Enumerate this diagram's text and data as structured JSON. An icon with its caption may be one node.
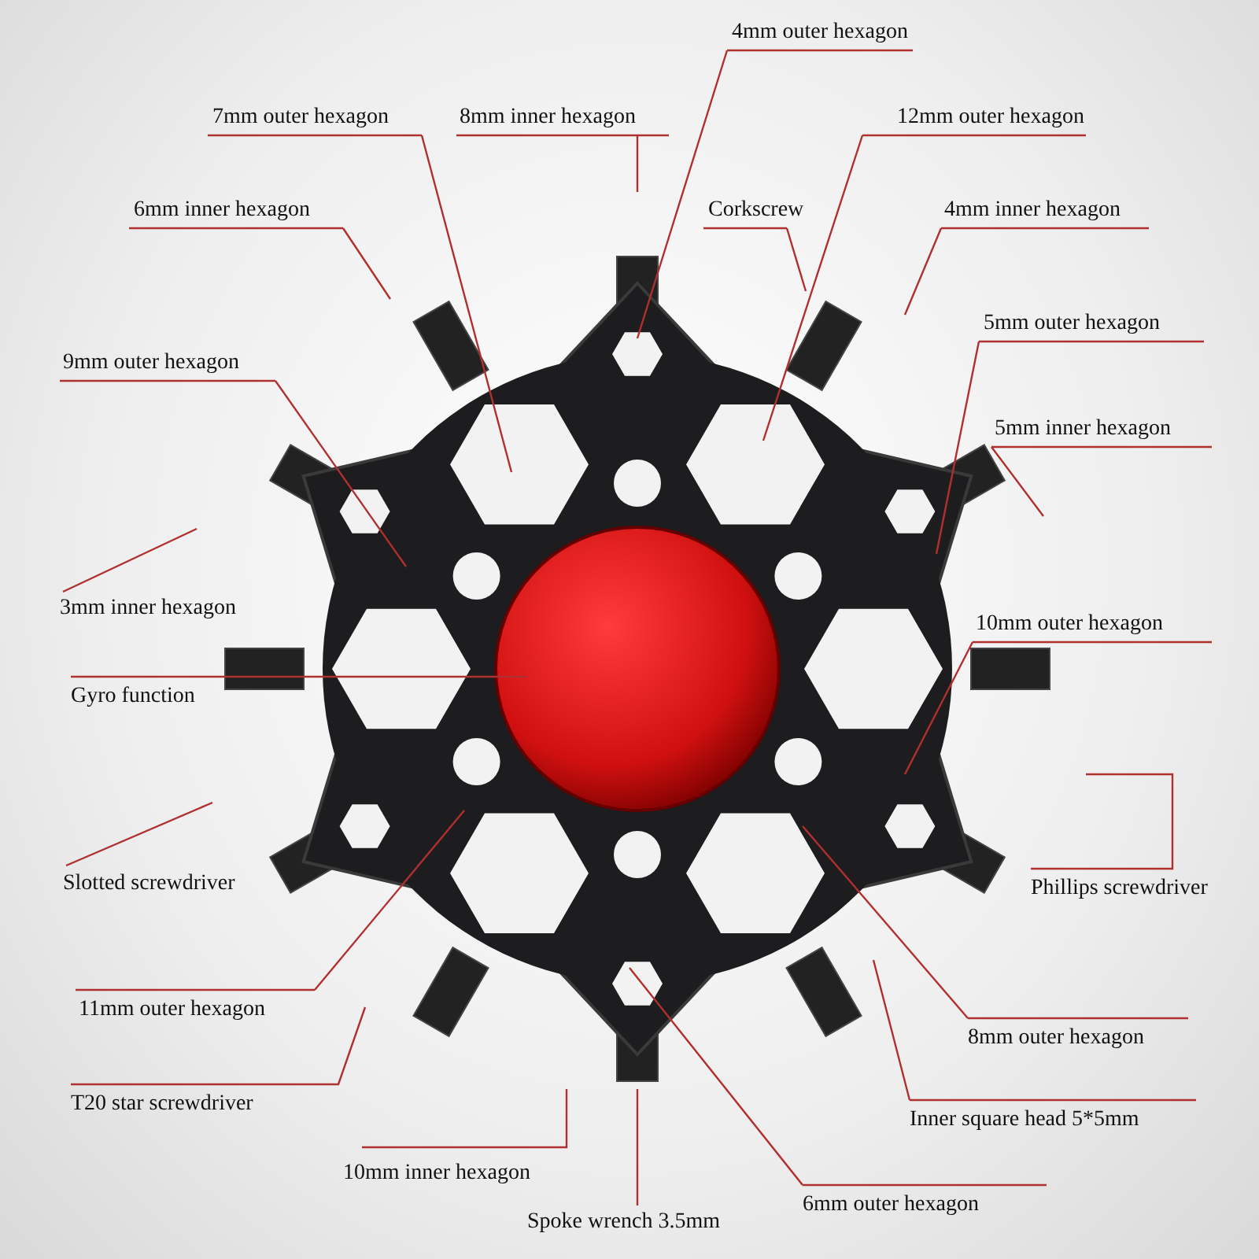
{
  "diagram": {
    "nodes": [
      {
        "text": [
          "4mm outer hexagon"
        ]
      },
      {
        "text": [
          "7mm outer hexagon"
        ]
      },
      {
        "text": [
          "8mm inner hexagon"
        ]
      },
      {
        "text": [
          "12mm outer hexagon"
        ]
      },
      {
        "text": [
          "Corkscrew"
        ]
      },
      {
        "text": [
          "6mm inner hexagon"
        ]
      },
      {
        "text": [
          "4mm inner hexagon"
        ]
      },
      {
        "text": [
          "9mm outer hexagon"
        ]
      },
      {
        "text": [
          "5mm outer hexagon"
        ]
      },
      {
        "text": [
          "5mm inner hexagon"
        ]
      },
      {
        "text": [
          "3mm inner hexagon"
        ]
      },
      {
        "text": [
          "Gyro function"
        ]
      },
      {
        "text": [
          "10mm outer hexagon"
        ]
      },
      {
        "text": [
          "Slotted screwdriver"
        ]
      },
      {
        "text": [
          "Phillips screwdriver"
        ]
      },
      {
        "text": [
          "11mm outer hexagon"
        ]
      },
      {
        "text": [
          "8mm outer hexagon"
        ]
      },
      {
        "text": [
          "T20 star screwdriver"
        ]
      },
      {
        "text": [
          "Inner square head 5*5mm"
        ]
      },
      {
        "text": [
          "10mm inner hexagon"
        ]
      },
      {
        "text": [
          "Spoke wrench 3.5mm"
        ]
      },
      {
        "text": [
          "6mm outer hexagon"
        ]
      }
    ],
    "edges": [
      {
        "from": 0,
        "to": null,
        "arrow": "none"
      },
      {
        "from": 1,
        "to": null,
        "arrow": "none"
      },
      {
        "from": 2,
        "to": null,
        "arrow": "none"
      },
      {
        "from": 3,
        "to": null,
        "arrow": "none"
      },
      {
        "from": 4,
        "to": null,
        "arrow": "none"
      },
      {
        "from": 5,
        "to": null,
        "arrow": "none"
      },
      {
        "from": 6,
        "to": null,
        "arrow": "none"
      },
      {
        "from": 7,
        "to": null,
        "arrow": "none"
      },
      {
        "from": 8,
        "to": null,
        "arrow": "none"
      },
      {
        "from": 9,
        "to": null,
        "arrow": "none"
      },
      {
        "from": 10,
        "to": null,
        "arrow": "none"
      },
      {
        "from": 11,
        "to": null,
        "arrow": "none"
      },
      {
        "from": 12,
        "to": null,
        "arrow": "none"
      },
      {
        "from": 13,
        "to": null,
        "arrow": "none"
      },
      {
        "from": 14,
        "to": null,
        "arrow": "none"
      },
      {
        "from": 15,
        "to": null,
        "arrow": "none"
      },
      {
        "from": 16,
        "to": null,
        "arrow": "none"
      },
      {
        "from": 17,
        "to": null,
        "arrow": "none"
      },
      {
        "from": 18,
        "to": null,
        "arrow": "none"
      },
      {
        "from": 19,
        "to": null,
        "arrow": "none"
      },
      {
        "from": 20,
        "to": null,
        "arrow": "none"
      },
      {
        "from": 21,
        "to": null,
        "arrow": "none"
      }
    ]
  }
}
